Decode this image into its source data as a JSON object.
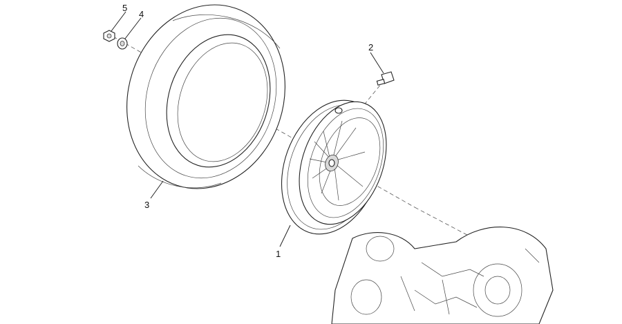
{
  "diagram": {
    "callouts": [
      {
        "id": "1",
        "label": "1",
        "part": "wheel-rim"
      },
      {
        "id": "2",
        "label": "2",
        "part": "valve-stem"
      },
      {
        "id": "3",
        "label": "3",
        "part": "tire"
      },
      {
        "id": "4",
        "label": "4",
        "part": "washer"
      },
      {
        "id": "5",
        "label": "5",
        "part": "nut"
      }
    ]
  },
  "colors": {
    "line": "#222222",
    "background": "#ffffff",
    "shade": "#d9d9d9"
  }
}
